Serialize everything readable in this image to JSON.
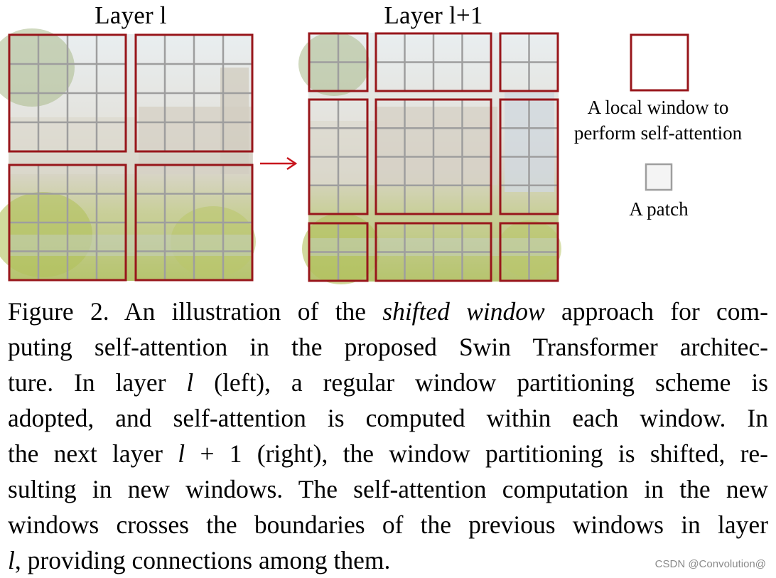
{
  "figure": {
    "left_title": "Layer l",
    "right_title": "Layer l+1",
    "legend": {
      "window_label_line1": "A local window to",
      "window_label_line2": "perform self-attention",
      "patch_label": "A patch"
    },
    "colors": {
      "window_border": "#98161b",
      "patch_line": "#9e9e9e",
      "arrow": "#c8161d",
      "sky": "#dfe6ea",
      "foliage": "#b9c77a",
      "building": "#d8d3c8"
    }
  },
  "caption": {
    "lines": [
      [
        "Figure 2. An illustration of the ",
        "shifted window",
        " approach for com-"
      ],
      [
        "puting self-attention in the proposed Swin Transformer architec-"
      ],
      [
        "ture.  In layer ",
        "l",
        " (left), a regular window partitioning scheme is"
      ],
      [
        "adopted, and self-attention is computed within each window.  In"
      ],
      [
        "the next layer ",
        "l",
        " + 1 (right), the window partitioning is shifted, re-"
      ],
      [
        "sulting in new windows. The self-attention computation in the new"
      ],
      [
        "windows crosses the boundaries of the previous windows in layer"
      ],
      [
        "l",
        ", providing connections among them."
      ]
    ]
  },
  "watermark": "CSDN @Convolution@"
}
